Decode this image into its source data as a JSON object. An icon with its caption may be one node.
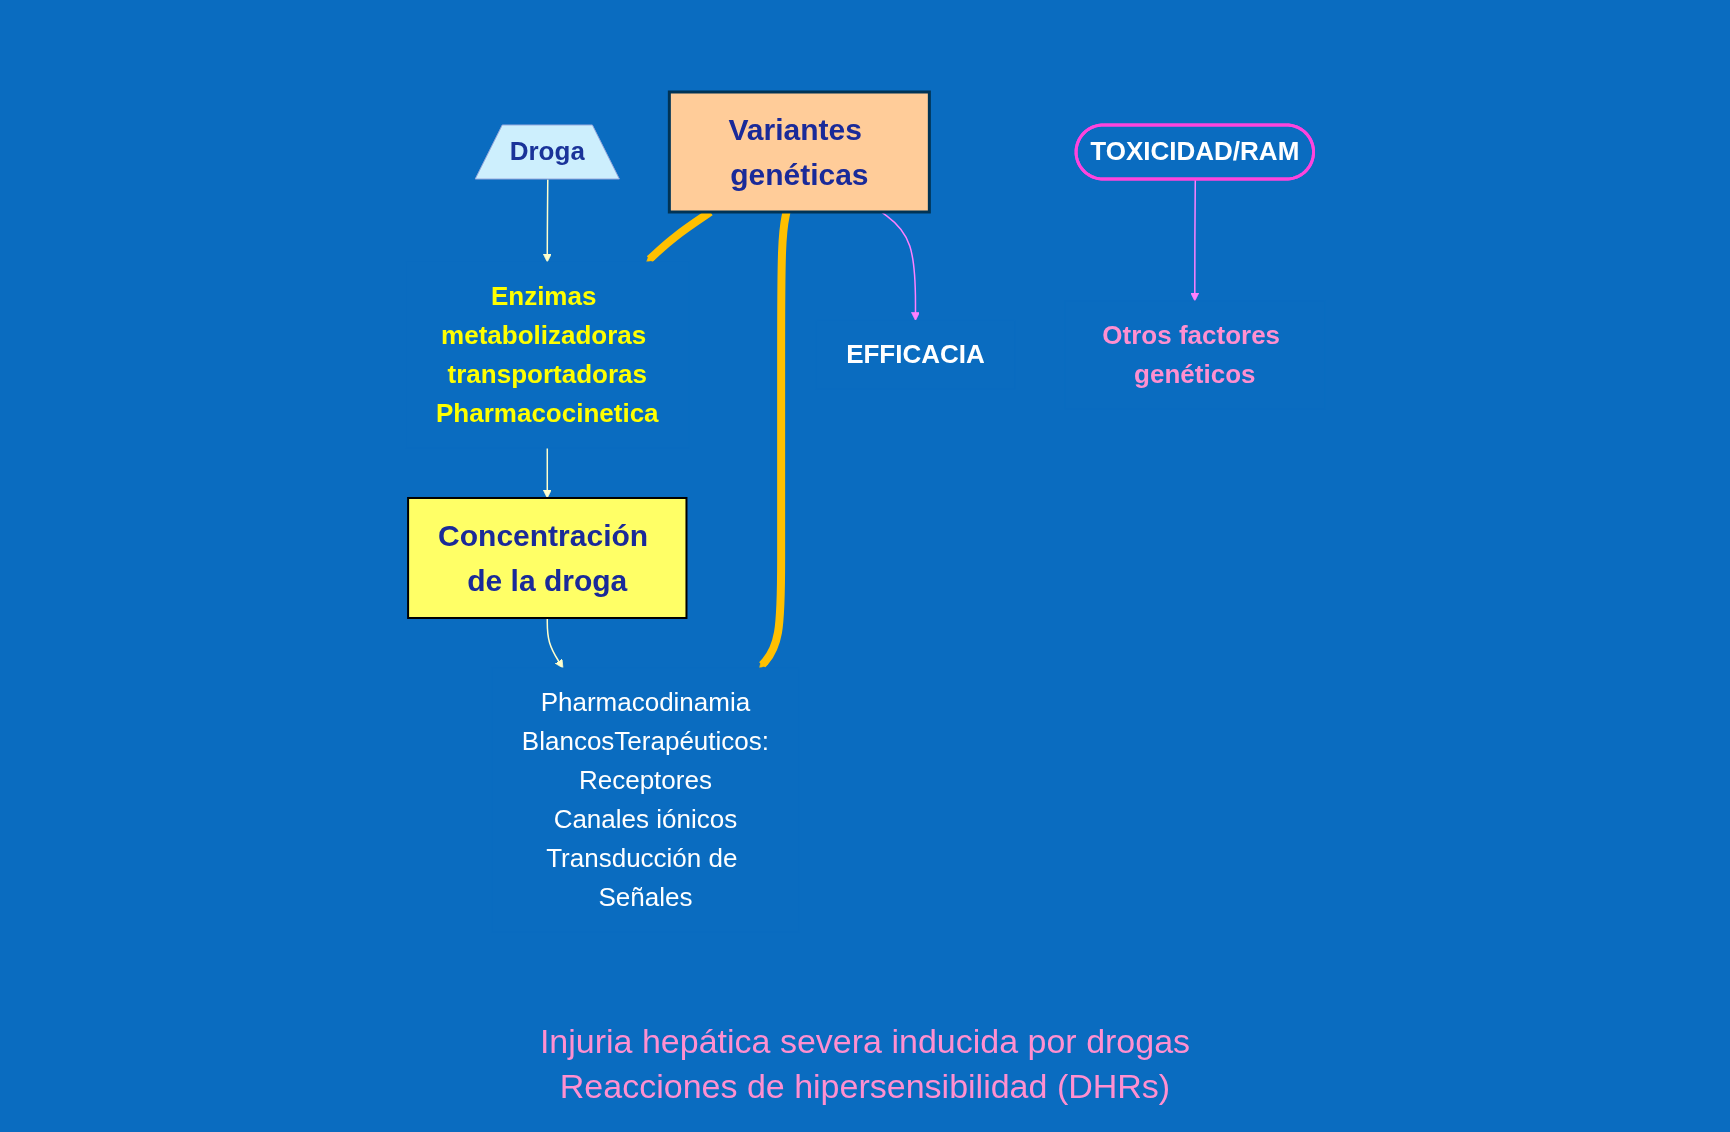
{
  "diagram": {
    "nodes": [
      {
        "text": [
          "Droga"
        ]
      },
      {
        "text": [
          "Enzimas metabolizadoras transportadoras",
          "Pharmacocinetica"
        ]
      },
      {
        "text": [
          "Concentración de la droga"
        ]
      },
      {
        "text": [
          "Variantes genéticas"
        ]
      },
      {
        "text": [
          "EFFICACIA"
        ]
      },
      {
        "text": [
          "TOXICIDAD/RAM"
        ]
      },
      {
        "text": [
          "Pharmacodinamia",
          "BlancosTerapéuticos:",
          "Receptores",
          "Canales iónicos",
          "Transducción de Señales"
        ]
      },
      {
        "text": [
          "Otros factores genéticos"
        ]
      }
    ],
    "edges": [
      {
        "from": 0,
        "to": 1,
        "arrow": "to"
      },
      {
        "from": 1,
        "to": 2,
        "arrow": "to"
      },
      {
        "from": 2,
        "to": 6,
        "arrow": "to"
      },
      {
        "from": 3,
        "to": 1,
        "arrow": "to",
        "style": "thick",
        "color": "#ffc000"
      },
      {
        "from": 3,
        "to": 6,
        "arrow": "to",
        "style": "thick",
        "color": "#ffc000"
      },
      {
        "from": 3,
        "to": 4,
        "arrow": "to",
        "color": "#ff80ff"
      },
      {
        "from": 5,
        "to": 7,
        "arrow": "to",
        "color": "#ff80ff"
      }
    ],
    "labels": [
      "Injuria hepática severa inducida por drogas",
      "Reacciones de hipersensibilidad (DHRs)"
    ]
  }
}
